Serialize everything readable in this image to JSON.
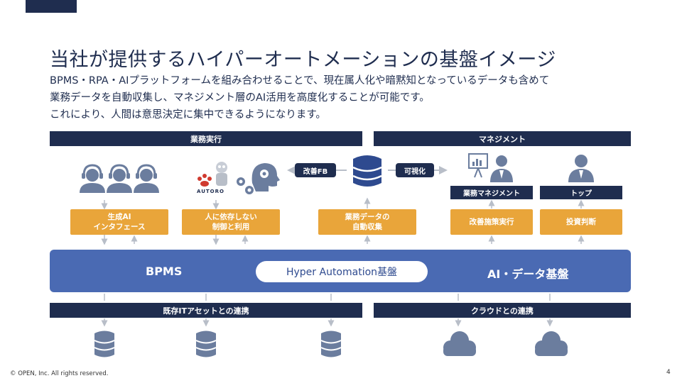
{
  "title": "当社が提供するハイパーオートメーションの基盤イメージ",
  "lead_lines": [
    "BPMS・RPA・AIプラットフォームを組み合わせることで、現在属人化や暗黙知となっているデータも含めて",
    "業務データを自動収集し、マネジメント層のAI活用を高度化することが可能です。",
    "これにより、人間は意思決定に集中できるようになります。"
  ],
  "sections": {
    "execution": "業務実行",
    "management": "マネジメント"
  },
  "arrows": {
    "feedback": "改善FB",
    "visualize": "可視化"
  },
  "logo_text": "AUTORO",
  "sub_labels": {
    "business_management": "業務マネジメント",
    "top": "トップ"
  },
  "orange_boxes": [
    {
      "line1": "生成AI",
      "line2": "インタフェース"
    },
    {
      "line1": "人に依存しない",
      "line2": "制御と利用"
    },
    {
      "line1": "業務データの",
      "line2": "自動収集"
    },
    {
      "line1": "改善施策実行",
      "line2": ""
    },
    {
      "line1": "投資判断",
      "line2": ""
    }
  ],
  "band": {
    "left": "BPMS",
    "center": "Hyper Automation基盤",
    "right": "AI・データ基盤"
  },
  "bottom_bars": {
    "left": "既存ITアセットとの連携",
    "right": "クラウドとの連携"
  },
  "footer": "© OPEN, Inc. All rights reserved.",
  "page_number": "4",
  "colors": {
    "navy": "#1f2d4f",
    "orange": "#e9a53a",
    "band_blue": "#4a6ab3",
    "icon_gray": "#6b7d9e",
    "db_navy": "#2e4a8f",
    "robot_red": "#d03a2f"
  }
}
